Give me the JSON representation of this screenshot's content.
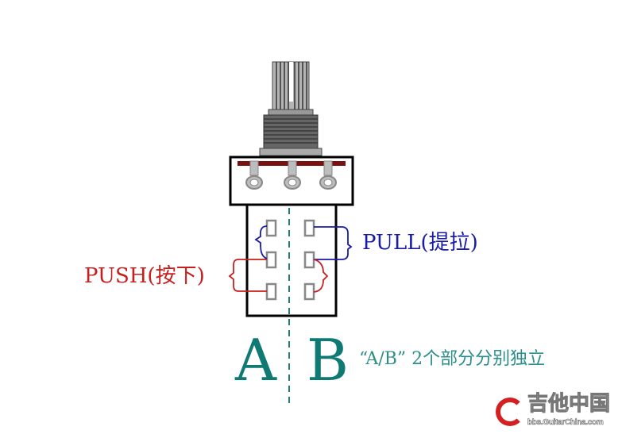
{
  "labels": {
    "pull": "PULL(提拉)",
    "push": "PUSH(按下)",
    "a": "A",
    "b": "B",
    "note": "“A/B” 2个部分分别独立"
  },
  "watermark": {
    "title": "吉他中国",
    "url": "bbs.GuitarChina.com"
  },
  "colors": {
    "pull": "#1a1aa8",
    "push": "#c81e1e",
    "ab": "#0f7a73",
    "note": "#2a8f88"
  }
}
